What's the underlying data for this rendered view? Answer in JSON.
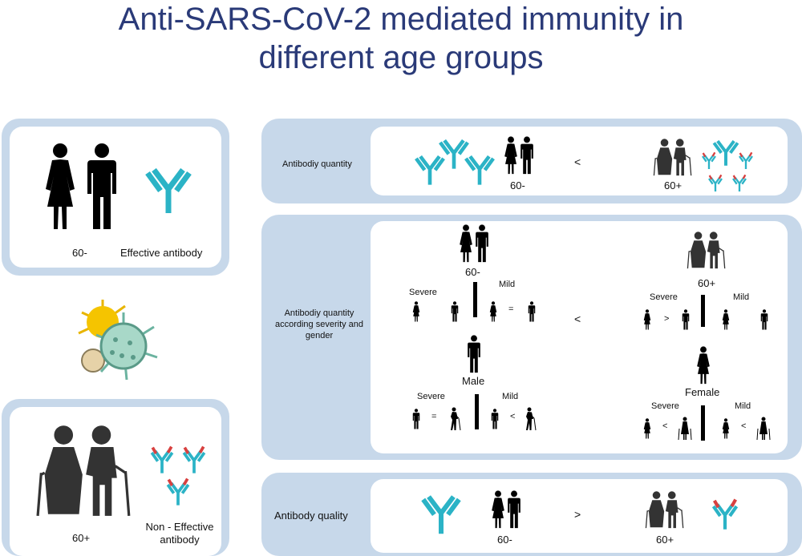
{
  "title_line1": "Anti-SARS-CoV-2 mediated immunity in",
  "title_line2": "different age groups",
  "left_top": {
    "age_label": "60-",
    "antibody_label": "Effective antibody"
  },
  "left_bottom": {
    "age_label": "60+",
    "antibody_label_1": "Non - Effective",
    "antibody_label_2": "antibody"
  },
  "row_quantity": {
    "label": "Antibodiy quantity",
    "young": "60-",
    "old": "60+",
    "comparison": "<"
  },
  "row_severity": {
    "label_1": "Antibodiy quantity",
    "label_2": "according severity and",
    "label_3": "gender",
    "young": "60-",
    "old": "60+",
    "male": "Male",
    "female": "Female",
    "severe": "Severe",
    "mild": "Mild",
    "comparison": "<",
    "eq": "=",
    "gt": ">",
    "lt": "<"
  },
  "row_quality": {
    "label": "Antibody quality",
    "young": "60-",
    "old": "60+",
    "comparison": ">"
  },
  "colors": {
    "antibody": "#2bb3c6",
    "defect": "#d8403f",
    "panel": "#c7d8ea",
    "title": "#2a3a78"
  }
}
